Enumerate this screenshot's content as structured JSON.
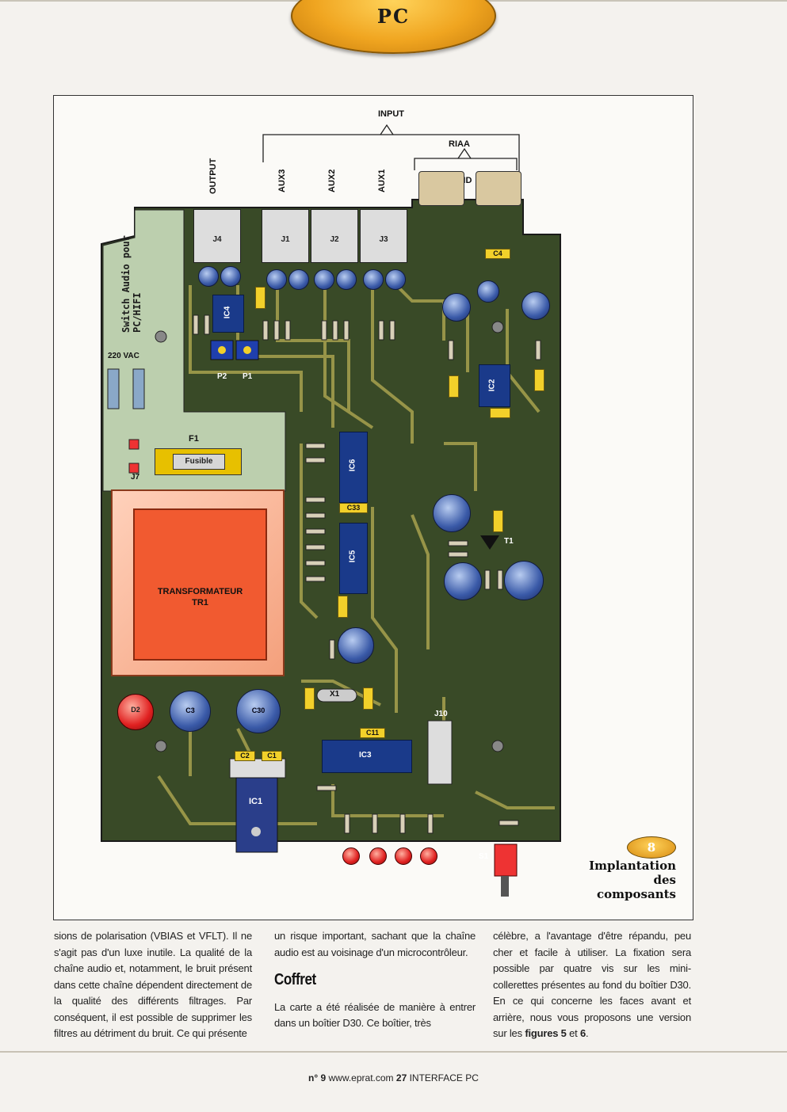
{
  "header": {
    "tab_label": "PC"
  },
  "figure": {
    "number": "8",
    "caption": [
      "Implantation",
      "des",
      "composants"
    ],
    "labels": {
      "input": "INPUT",
      "riaa": "RIAA",
      "gnd": "GND",
      "output": "OUTPUT",
      "aux3": "AUX3",
      "aux2": "AUX2",
      "aux1": "AUX1",
      "vac": "220 VAC",
      "fuse_ref": "F1",
      "fuse_text": "Fusible",
      "transfo_line1": "TRANSFORMATEUR",
      "transfo_line2": "TR1",
      "board_text": "Switch Audio pour PC/HIFI",
      "j1": "J1",
      "j2": "J2",
      "j3": "J3",
      "j4": "J4",
      "j7": "J7",
      "j10": "J10",
      "ic1": "IC1",
      "ic2": "IC2",
      "ic3": "IC3",
      "ic4": "IC4",
      "ic5": "IC5",
      "ic6": "IC6",
      "c1": "C1",
      "c2": "C2",
      "c3": "C3",
      "c4": "C4",
      "c11": "C11",
      "c30": "C30",
      "c33": "C33",
      "d2": "D2",
      "x1": "X1",
      "t1": "T1",
      "s1": "S1",
      "p1": "P1",
      "p2": "P2"
    }
  },
  "columns": [
    {
      "paragraphs": [
        "sions de polarisation (VBIAS et VFLT). Il ne s'agit pas d'un luxe inutile. La qualité de la chaîne audio et, notamment, le bruit présent dans cette chaîne dépendent directement de la qualité des différents filtrages. Par conséquent, il est possible de supprimer les filtres au détriment du bruit. Ce qui présente"
      ]
    },
    {
      "paragraphs": [
        "un risque important, sachant que la chaîne audio est au voisinage d'un microcontrôleur."
      ],
      "heading": "Coffret",
      "paragraphs2": [
        "La carte a été réalisée de manière à entrer dans un boîtier D30. Ce boîtier, très"
      ]
    },
    {
      "paragraphs": [
        "célèbre, a l'avantage d'être répandu, peu cher et facile à utiliser. La fixation sera possible par quatre vis sur les mini-collerettes présentes au fond du boîtier D30. En ce qui concerne les faces avant et arrière, nous vous proposons une version sur les"
      ],
      "bold_a": "figures 5",
      "connector": " et ",
      "bold_b": "6",
      "end": "."
    }
  ],
  "footer": {
    "issue": "n° 9",
    "site": "www.eprat.com",
    "page": "27",
    "magazine": "INTERFACE PC"
  }
}
